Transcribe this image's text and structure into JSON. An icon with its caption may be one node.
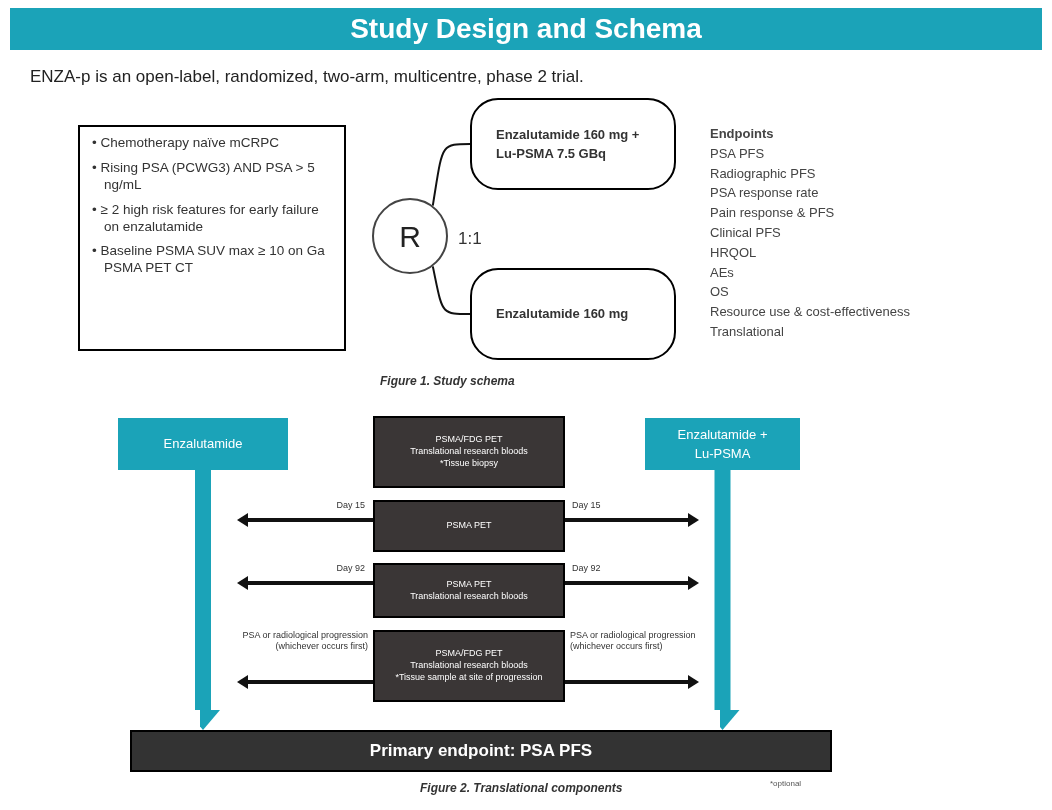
{
  "diagram": {
    "title": "Study Design and Schema",
    "nodes": [
      {
        "text": [
          "• Chemotherapy naïve mCRPC",
          "• Rising PSA (PCWG3) AND PSA > 5 ng/mL",
          "• ≥ 2 high risk features for early failure on enzalutamide",
          "• Baseline PSMA SUV max ≥ 10 on Ga PSMA PET CT"
        ]
      },
      {
        "text": [
          "R"
        ]
      },
      {
        "text": [
          "Enzalutamide 160 mg + Lu-PSMA 7.5 GBq"
        ]
      },
      {
        "text": [
          "Enzalutamide 160 mg"
        ]
      },
      {
        "text": [
          "Enzalutamide"
        ]
      },
      {
        "text": [
          "Enzalutamide + Lu-PSMA"
        ]
      },
      {
        "text": [
          "PSMA/FDG PET",
          "Translational research bloods",
          "*Tissue biopsy"
        ]
      },
      {
        "text": [
          "PSMA PET"
        ]
      },
      {
        "text": [
          "PSMA PET",
          "Translational research bloods"
        ]
      },
      {
        "text": [
          "PSMA/FDG PET",
          "Translational research bloods",
          "*Tissue sample at site of progression"
        ]
      },
      {
        "text": [
          "Primary endpoint: PSA PFS"
        ]
      }
    ],
    "edges": [
      {
        "from": 1,
        "to": 2,
        "arrow": "none"
      },
      {
        "from": 1,
        "to": 3,
        "arrow": "none"
      },
      {
        "from": 4,
        "to": 10,
        "arrow": "to",
        "style": "thick",
        "color": "#1ba3b8"
      },
      {
        "from": 5,
        "to": 10,
        "arrow": "to",
        "style": "thick",
        "color": "#1ba3b8"
      },
      {
        "from": 7,
        "to": null,
        "arrow": "to",
        "label": "Day 15"
      },
      {
        "from": 7,
        "to": null,
        "arrow": "to",
        "label": "Day 15"
      },
      {
        "from": 8,
        "to": null,
        "arrow": "to",
        "label": "Day 92"
      },
      {
        "from": 8,
        "to": null,
        "arrow": "to",
        "label": "Day 92"
      },
      {
        "from": 9,
        "to": null,
        "arrow": "to",
        "label": "PSA or radiological progression (whichever occurs first)"
      },
      {
        "from": 9,
        "to": null,
        "arrow": "to",
        "label": "PSA or radiological progression (whichever occurs first)"
      }
    ],
    "labels": [
      "ENZA-p is an open-label, randomized, two-arm, multicentre, phase 2 trial.",
      "1:1",
      "Endpoints",
      "PSA PFS",
      "Radiographic PFS",
      "PSA response rate",
      "Pain response & PFS",
      "Clinical PFS",
      "HRQOL",
      "AEs",
      "OS",
      "Resource use & cost-effectiveness",
      "Translational",
      "Figure 1. Study schema",
      "Figure 2. Translational components",
      "*optional"
    ]
  }
}
